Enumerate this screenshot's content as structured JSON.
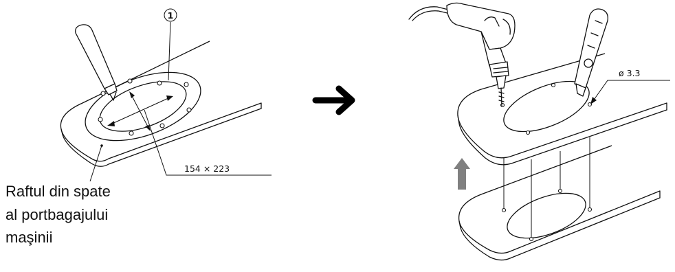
{
  "labels": {
    "part_number": "1",
    "shelf_line1": "Raftul din spate",
    "shelf_line2": "al portbagajului",
    "shelf_line3": "maşinii",
    "cutout_size": "154 × 223",
    "hole_diameter": "ø 3.3"
  },
  "colors": {
    "line": "#111111",
    "arrow_up": "#808080",
    "arrow_right": "#000000"
  },
  "icons": [
    "marker-pen-icon",
    "arrow-right-icon",
    "drill-icon",
    "utility-knife-icon",
    "arrow-up-icon"
  ]
}
